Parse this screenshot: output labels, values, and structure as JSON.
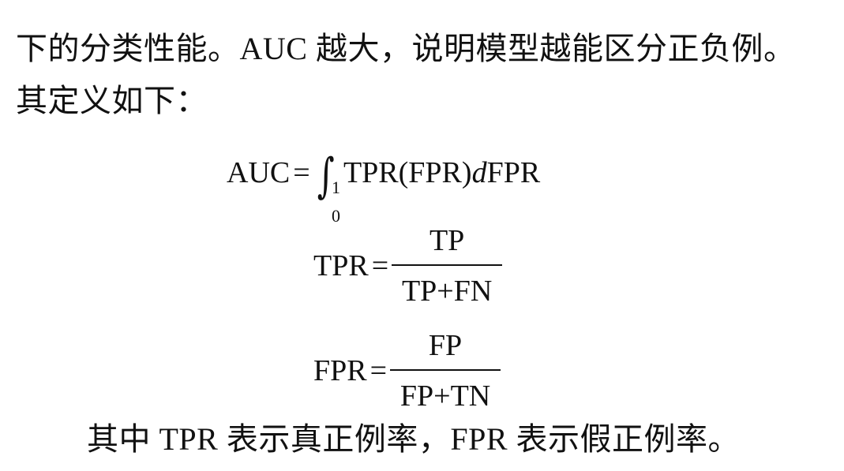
{
  "paragraph": {
    "line1": "下的分类性能。AUC 越大，说明模型越能区分正负例。",
    "line2": "其定义如下："
  },
  "equations": {
    "auc": {
      "lhs": "AUC",
      "equals": "=",
      "upper": "1",
      "lower": "0",
      "integrand": "TPR(FPR)",
      "d": "d",
      "var": "FPR"
    },
    "tpr": {
      "lhs": "TPR",
      "equals": "=",
      "numerator": "TP",
      "denominator": "TP+FN"
    },
    "fpr": {
      "lhs": "FPR",
      "equals": "=",
      "numerator": "FP",
      "denominator": "FP+TN"
    }
  },
  "footer": {
    "line": "其中 TPR 表示真正例率，FPR 表示假正例率。"
  }
}
